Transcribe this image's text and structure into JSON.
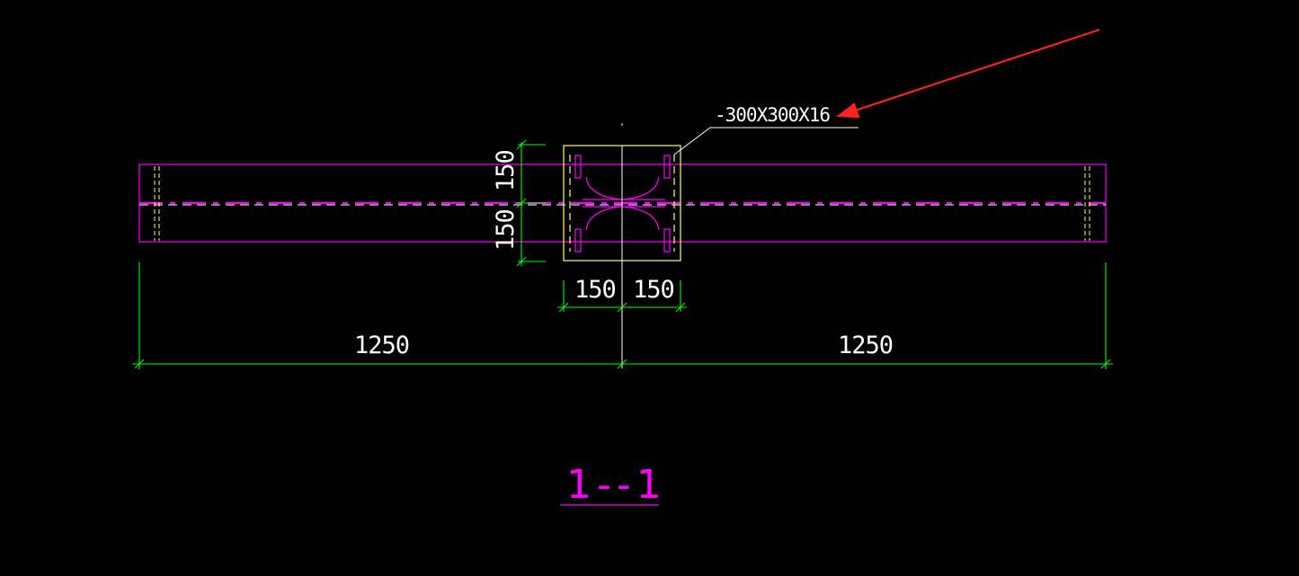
{
  "drawing": {
    "plate_label": "-300X300X16",
    "section_title": "1--1",
    "dimensions": {
      "vertical_top": "150",
      "vertical_bottom": "150",
      "plate_left": "150",
      "plate_right": "150",
      "span_left": "1250",
      "span_right": "1250"
    }
  },
  "colors": {
    "background": "#000000",
    "beam": "#ff00ff",
    "plate": "#ffff66",
    "dimension": "#00ff00",
    "text": "#ffffff",
    "arrow": "#ff2020",
    "leader": "#ffffff"
  }
}
